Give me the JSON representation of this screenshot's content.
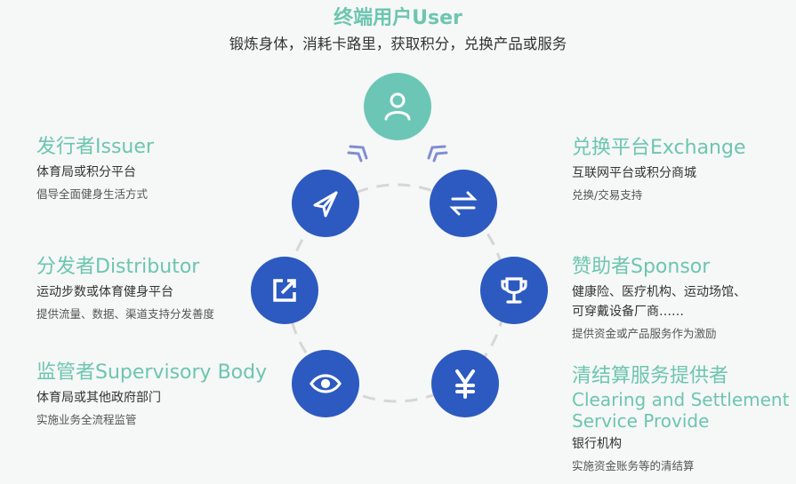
{
  "header": {
    "title": "终端用户User",
    "subtitle": "锻炼身体，消耗卡路里，获取积分，兑换产品或服务"
  },
  "colors": {
    "accent": "#6cc6b0",
    "node": "#2c5ac0",
    "user_node": "#6cc6b6",
    "arrow": "#7f8fcf"
  },
  "roles": {
    "issuer": {
      "title": "发行者Issuer",
      "desc": "体育局或积分平台",
      "sub": "倡导全面健身生活方式",
      "icon": "paper-plane-icon"
    },
    "distributor": {
      "title": "分发者Distributor",
      "desc": "运动步数或体育健身平台",
      "sub": "提供流量、数据、渠道支持分发善度",
      "icon": "share-external-icon"
    },
    "supervisor": {
      "title": "监管者Supervisory Body",
      "desc": "体育局或其他政府部门",
      "sub": "实施业务全流程监管",
      "icon": "eye-icon"
    },
    "exchange": {
      "title": "兑换平台Exchange",
      "desc": "互联网平台或积分商城",
      "sub": "兑换/交易支持",
      "icon": "swap-arrows-icon"
    },
    "sponsor": {
      "title": "赞助者Sponsor",
      "desc1": "健康险、医疗机构、运动场馆、",
      "desc2": "可穿戴设备厂商……",
      "sub": "提供资金或产品服务作为激励",
      "icon": "trophy-icon"
    },
    "clearing": {
      "title": "清结算服务提供者",
      "title_en1": "Clearing and Settlement",
      "title_en2": "Service Provide",
      "desc": "银行机构",
      "sub": "实施资金账务等的清结算",
      "icon": "yen-icon"
    }
  }
}
